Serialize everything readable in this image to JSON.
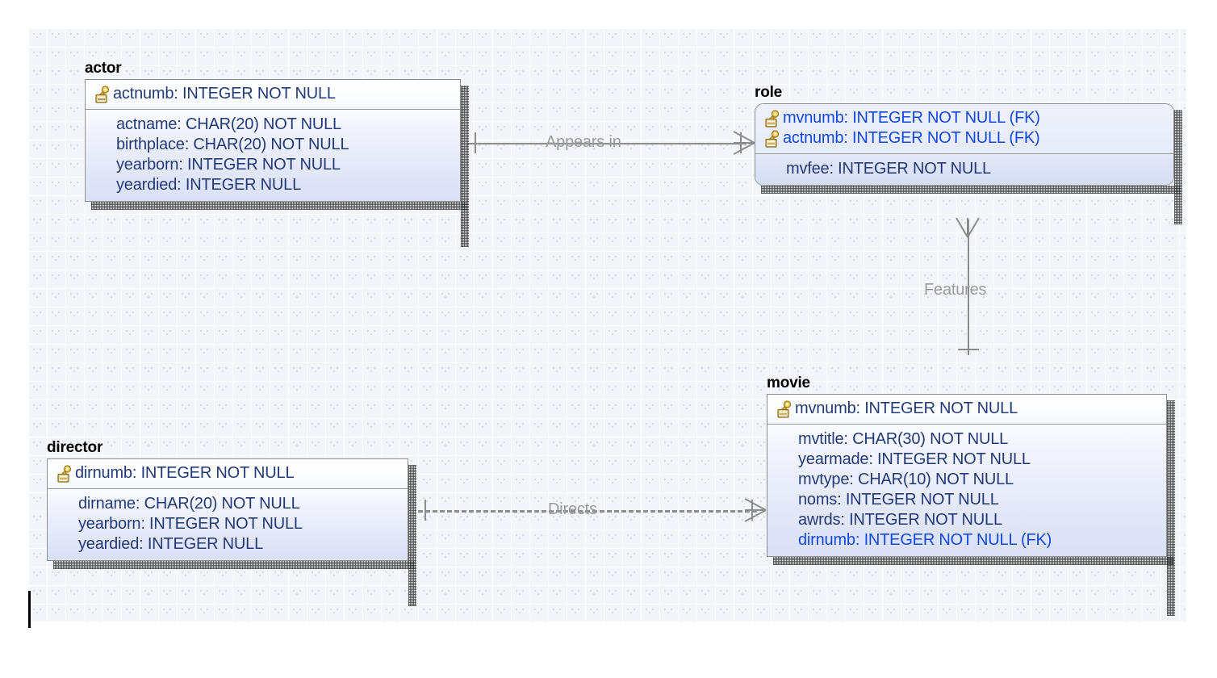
{
  "diagram": {
    "type": "entity-relationship-diagram",
    "notation": "crows-foot",
    "entities": [
      {
        "id": "actor",
        "name": "actor",
        "kind": "strong",
        "primary_keys": [
          {
            "text": "actnumb: INTEGER NOT NULL",
            "icon": "key-icon",
            "style": "pk"
          }
        ],
        "attributes": [
          {
            "text": "actname: CHAR(20) NOT NULL",
            "style": "normal"
          },
          {
            "text": "birthplace: CHAR(20) NOT NULL",
            "style": "normal"
          },
          {
            "text": "yearborn: INTEGER NOT NULL",
            "style": "normal"
          },
          {
            "text": "yeardied: INTEGER NULL",
            "style": "normal"
          }
        ]
      },
      {
        "id": "role",
        "name": "role",
        "kind": "weak",
        "primary_keys": [
          {
            "text": "mvnumb: INTEGER NOT NULL (FK)",
            "icon": "key-icon",
            "style": "pkfk"
          },
          {
            "text": "actnumb: INTEGER NOT NULL (FK)",
            "icon": "key-icon",
            "style": "pkfk"
          }
        ],
        "attributes": [
          {
            "text": "mvfee: INTEGER NOT NULL",
            "style": "normal"
          }
        ]
      },
      {
        "id": "movie",
        "name": "movie",
        "kind": "strong",
        "primary_keys": [
          {
            "text": "mvnumb: INTEGER NOT NULL",
            "icon": "key-icon",
            "style": "pk"
          }
        ],
        "attributes": [
          {
            "text": "mvtitle: CHAR(30) NOT NULL",
            "style": "normal"
          },
          {
            "text": "yearmade: INTEGER NOT NULL",
            "style": "normal"
          },
          {
            "text": "mvtype: CHAR(10) NOT NULL",
            "style": "normal"
          },
          {
            "text": "noms: INTEGER NOT NULL",
            "style": "normal"
          },
          {
            "text": "awrds: INTEGER NOT NULL",
            "style": "normal"
          },
          {
            "text": "dirnumb: INTEGER NOT NULL (FK)",
            "style": "fk"
          }
        ]
      },
      {
        "id": "director",
        "name": "director",
        "kind": "strong",
        "primary_keys": [
          {
            "text": "dirnumb: INTEGER NOT NULL",
            "icon": "key-icon",
            "style": "pk"
          }
        ],
        "attributes": [
          {
            "text": "dirname: CHAR(20) NOT NULL",
            "style": "normal"
          },
          {
            "text": "yearborn: INTEGER NOT NULL",
            "style": "normal"
          },
          {
            "text": "yeardied: INTEGER NULL",
            "style": "normal"
          }
        ]
      }
    ],
    "relationships": [
      {
        "id": "appears-in",
        "label": "Appears in",
        "from": "actor",
        "to": "role",
        "line": "solid",
        "identifying": true,
        "from_cardinality": "one",
        "to_cardinality": "many"
      },
      {
        "id": "features",
        "label": "Features",
        "from": "movie",
        "to": "role",
        "line": "solid",
        "identifying": true,
        "from_cardinality": "one",
        "to_cardinality": "many"
      },
      {
        "id": "directs",
        "label": "Directs",
        "from": "director",
        "to": "movie",
        "line": "dashed",
        "identifying": false,
        "from_cardinality": "one",
        "to_cardinality": "many"
      }
    ]
  },
  "colors": {
    "canvas_background": "#eef3f7",
    "entity_border": "#8d8d8d",
    "pk_text": "#243a78",
    "fk_text": "#1348e0",
    "attribute_text": "#243a78",
    "connector": "#8c8c8c",
    "relationship_label": "#9a9a9a",
    "key_icon_gold": "#d9a520",
    "entity_title": "#000000"
  }
}
